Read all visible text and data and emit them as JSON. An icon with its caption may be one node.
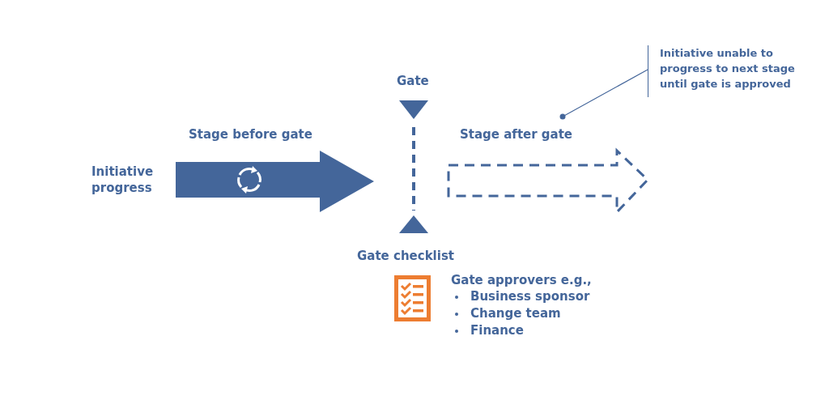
{
  "diagram": {
    "nodes": [
      {
        "text": [
          "Stage before gate"
        ]
      },
      {
        "text": [
          "Stage after gate"
        ]
      },
      {
        "text": [
          "Initiative unable to progress to next stage until gate is approved"
        ]
      }
    ],
    "edges": [
      {
        "from": 2,
        "to": 1,
        "arrow": "other"
      }
    ],
    "labels": [
      "Initiative progress",
      "Gate",
      "Gate checklist",
      "Gate approvers e.g.,",
      "Business sponsor",
      "Change team",
      "Finance"
    ]
  }
}
